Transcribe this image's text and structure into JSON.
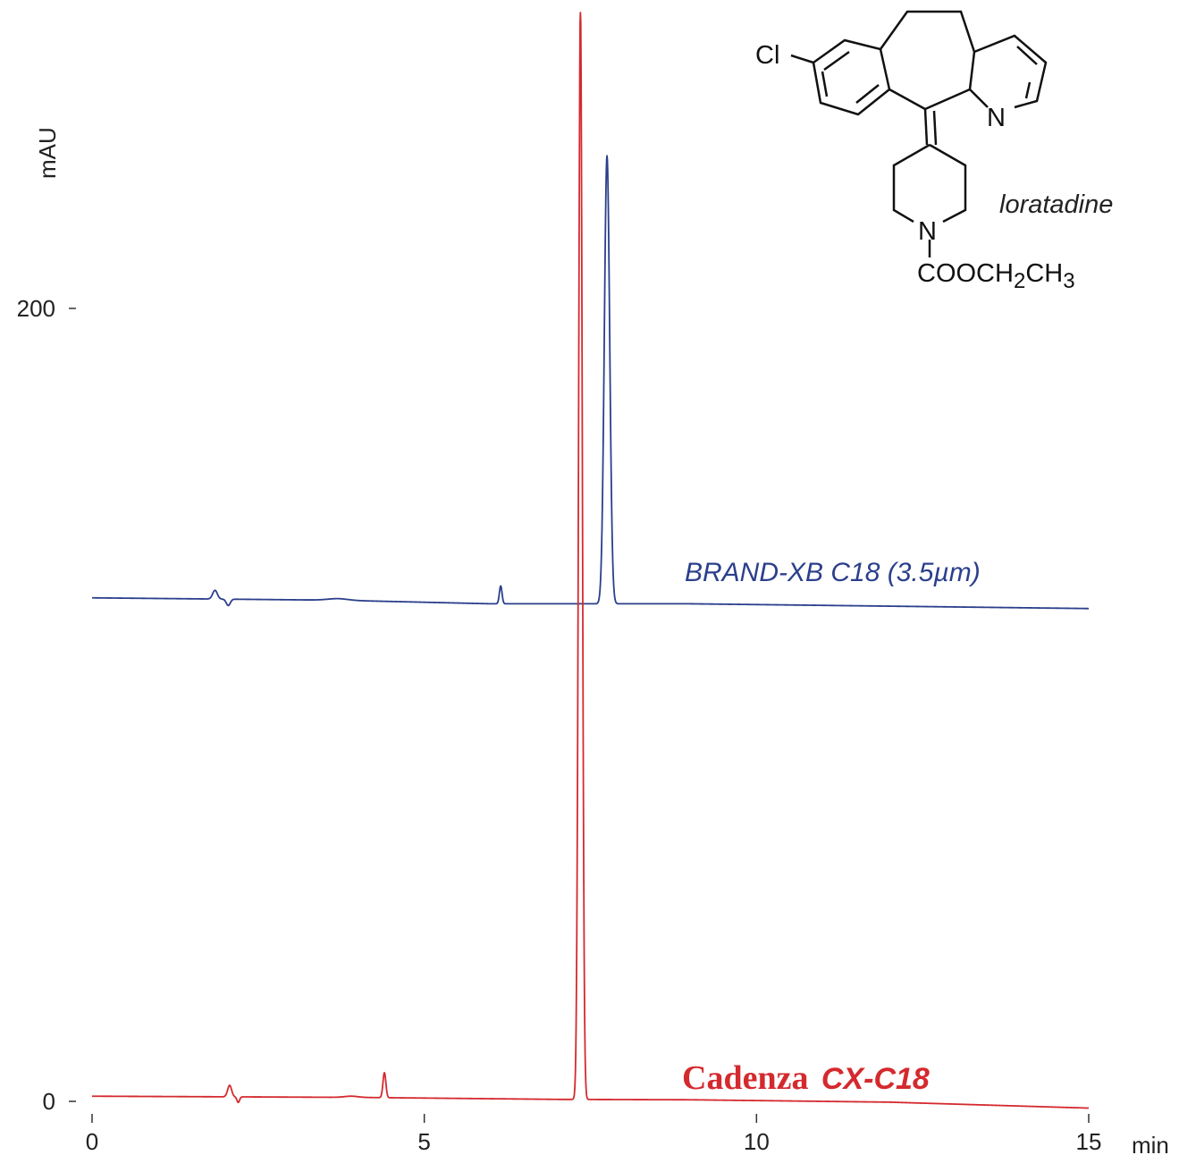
{
  "chart_data": {
    "type": "line",
    "xlabel": "min",
    "ylabel": "mAU",
    "xlim": [
      0,
      15
    ],
    "ylim": [
      0,
      275
    ],
    "x_ticks": [
      "0",
      "5",
      "10",
      "15"
    ],
    "y_ticks": [
      "0",
      "200"
    ],
    "grid": false,
    "colors": {
      "blue": "#2b3f8c",
      "red": "#d42a2e"
    },
    "series": [
      {
        "name": "BRAND-XB C18 (3.5µm)",
        "color": "#2b3f8c",
        "baseline": [
          [
            0,
            127
          ],
          [
            3.7,
            126.4
          ],
          [
            6.0,
            125.5
          ],
          [
            9.0,
            125.5
          ],
          [
            12.0,
            124.9
          ],
          [
            15,
            124.3
          ]
        ],
        "peaks": [
          {
            "rt": 1.85,
            "height": 2.2,
            "width": 0.035
          },
          {
            "rt": 2.05,
            "height": -1.6,
            "width": 0.03
          },
          {
            "rt": 3.7,
            "height": 0.4,
            "width": 0.15
          },
          {
            "rt": 6.15,
            "height": 4.5,
            "width": 0.02
          },
          {
            "rt": 7.75,
            "height": 113,
            "width": 0.04
          }
        ]
      },
      {
        "name": "Cadenza CX-C18",
        "color": "#d42a2e",
        "baseline": [
          [
            0,
            1.3
          ],
          [
            4.0,
            1.0
          ],
          [
            7.0,
            0.5
          ],
          [
            9.0,
            0.4
          ],
          [
            12.0,
            -0.2
          ],
          [
            15,
            -1.7
          ]
        ],
        "peaks": [
          {
            "rt": 2.07,
            "height": 2.9,
            "width": 0.03
          },
          {
            "rt": 2.2,
            "height": -1.4,
            "width": 0.02
          },
          {
            "rt": 3.9,
            "height": 0.3,
            "width": 0.1
          },
          {
            "rt": 4.4,
            "height": 6.3,
            "width": 0.022
          },
          {
            "rt": 7.35,
            "height": 276,
            "width": 0.028
          }
        ]
      }
    ]
  },
  "series_labels": {
    "blue": "BRAND-XB C18 (3.5µm)",
    "red_part1": "Cadenza",
    "red_part2": "CX-C18"
  },
  "molecule": {
    "name": "loratadine",
    "atom_cl": "Cl",
    "atom_n_pyridine": "N",
    "atom_n_piperidine": "N",
    "substituent_main": "COOCH",
    "substituent_sub": "2",
    "substituent_tail": "CH",
    "substituent_sub2": "3"
  }
}
